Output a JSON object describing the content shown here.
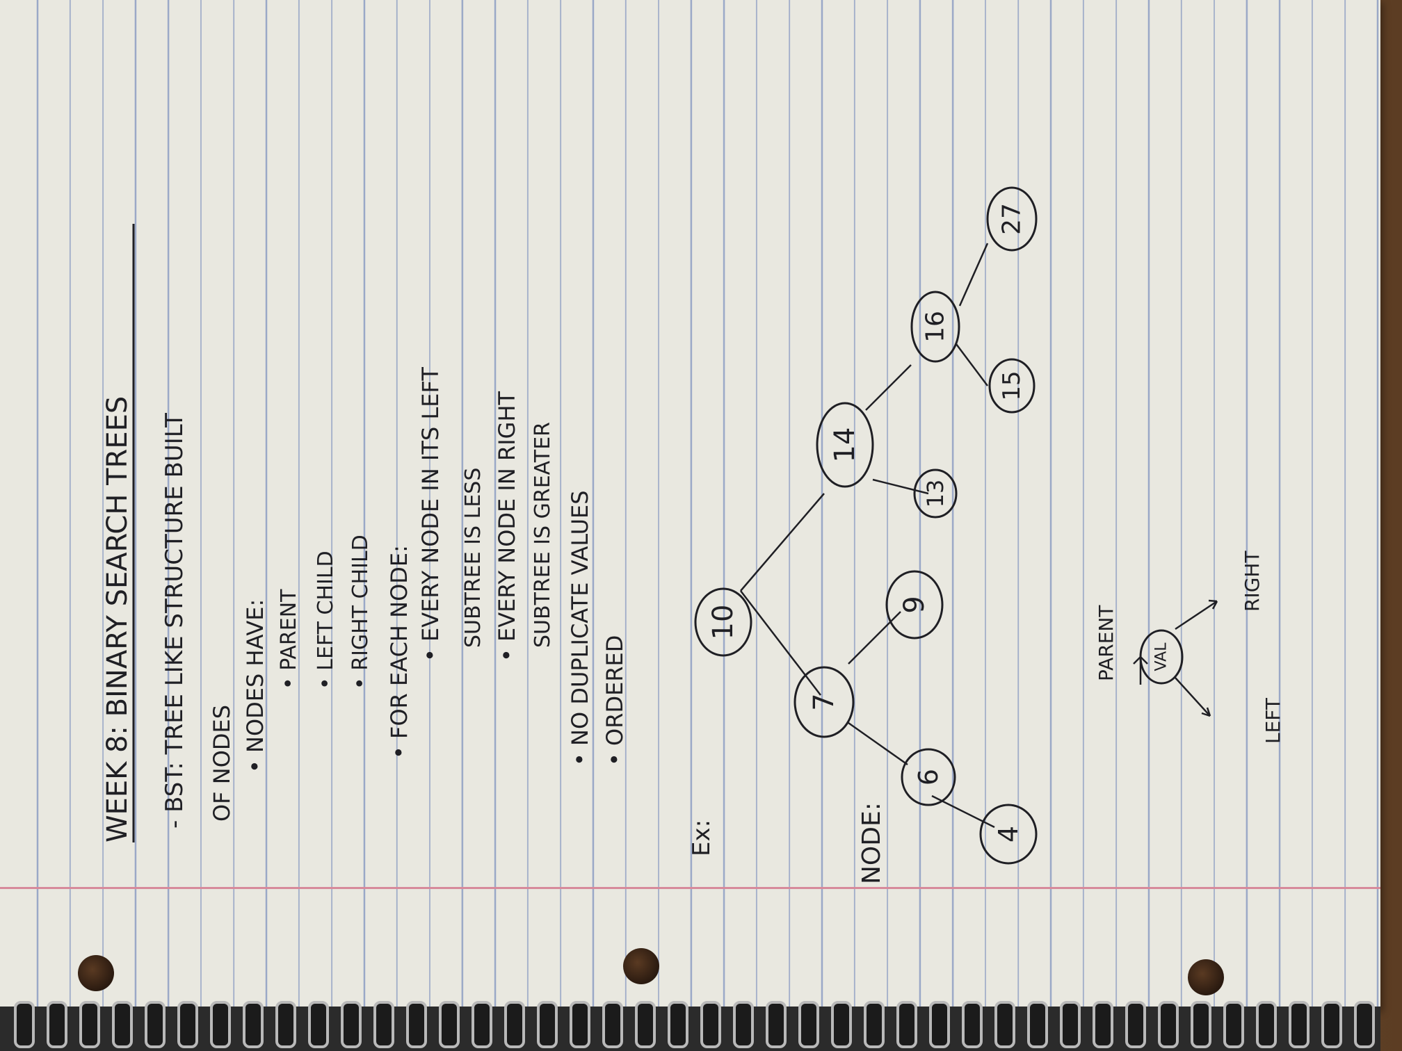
{
  "notes": {
    "title": "WEEK 8: BINARY SEARCH TREES",
    "bst_def_1": "- BST: TREE LIKE STRUCTURE BUILT",
    "bst_def_2": "OF NODES",
    "nodes_have": "• NODES HAVE:",
    "parent": "• PARENT",
    "left_child": "• LEFT CHILD",
    "right_child": "• RIGHT CHILD",
    "for_each_node": "• FOR EACH NODE:",
    "rule_left_1": "• EVERY NODE IN ITS LEFT",
    "rule_left_2": "SUBTREE IS LESS",
    "rule_right_1": "• EVERY NODE IN RIGHT",
    "rule_right_2": "SUBTREE IS GREATER",
    "no_duplicates": "• NO DUPLICATE VALUES",
    "ordered": "• ORDERED",
    "example_label": "Ex:",
    "node_label": "NODE:"
  },
  "tree": {
    "nodes": [
      "10",
      "7",
      "9",
      "6",
      "4",
      "14",
      "13",
      "16",
      "15",
      "27"
    ]
  },
  "node_diagram": {
    "value": "VAL",
    "parent": "PARENT",
    "left": "LEFT",
    "right": "RIGHT"
  },
  "colors": {
    "paper": "#e9e8e0",
    "rule_line": "#9aa8c7",
    "margin_line": "#d78a9b",
    "ink": "#1f1f24",
    "desk": "#6b4a2e"
  }
}
